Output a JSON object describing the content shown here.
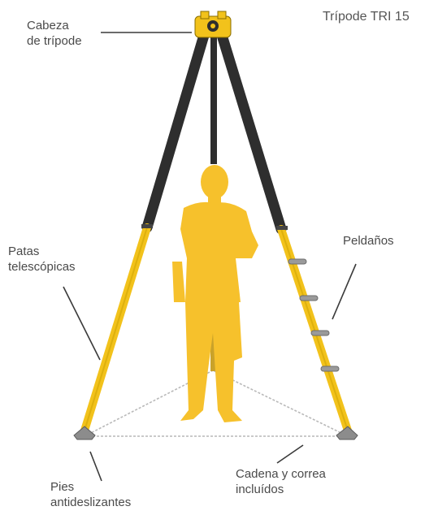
{
  "title": "Trípode TRI 15",
  "labels": {
    "head": [
      "Cabeza",
      "de trípode"
    ],
    "legs": [
      "Patas",
      "telescópicas"
    ],
    "steps": "Peldaños",
    "feet": [
      "Pies",
      "antideslizantes"
    ],
    "chain": [
      "Cadena y correa",
      "incluídos"
    ]
  },
  "colors": {
    "leg_yellow": "#f2c21b",
    "leg_dark": "#2e2e2e",
    "silhouette": "#f6c12c",
    "label_text": "#4a4a4a",
    "leader_line": "#3a3a3a"
  }
}
